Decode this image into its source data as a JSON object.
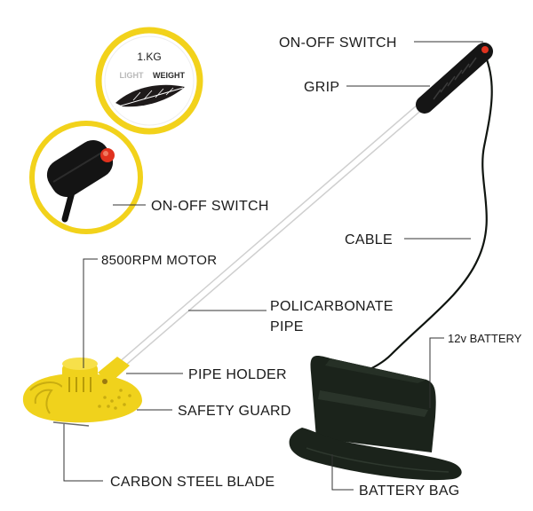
{
  "badge": {
    "weight": "1.KG",
    "light": "LIGHT",
    "weight_word": "WEIGHT",
    "ring_color": "#f2d21b",
    "icon": "feather-icon"
  },
  "inset": {
    "ring_color": "#f2d21b",
    "icon": "switch-closeup",
    "label": "ON-OFF SWITCH"
  },
  "labels": {
    "switch_top": "ON-OFF SWITCH",
    "grip": "GRIP",
    "cable": "CABLE",
    "motor": "8500RPM MOTOR",
    "pipe_line1": "POLICARBONATE",
    "pipe_line2": "PIPE",
    "battery": "12v BATTERY",
    "pipe_holder": "PIPE HOLDER",
    "safety_guard": "SAFETY GUARD",
    "carbon_blade": "CARBON STEEL BLADE",
    "battery_bag": "BATTERY BAG"
  },
  "colors": {
    "yellow": "#f0d21c",
    "bag": "#1b231b",
    "grip": "#151515",
    "switch_red": "#e0321e"
  }
}
